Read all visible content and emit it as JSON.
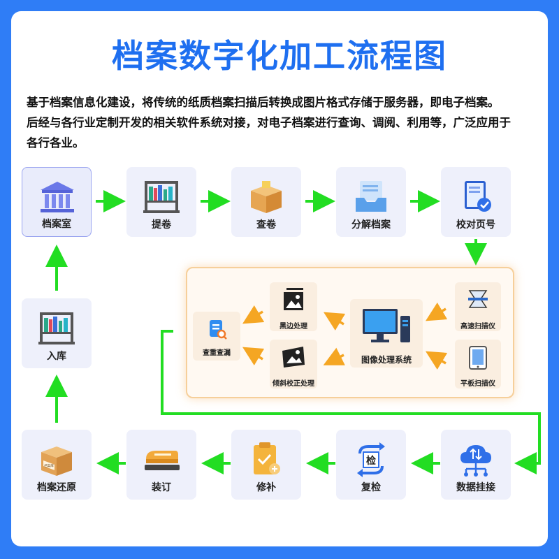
{
  "title": "档案数字化加工流程图",
  "description": [
    "基于档案信息化建设，将传统的纸质档案扫描后转换成图片格式存储于服务器，即电子档案。",
    "后经与各行业定制开发的相关软件系统对接，对电子档案进行查询、调阅、利用等，广泛应用于",
    "各行各业。"
  ],
  "steps": {
    "archive_room": "档案室",
    "retrieve": "提卷",
    "check_volume": "查卷",
    "split": "分解档案",
    "page_check": "校对页号",
    "storage": "入库",
    "restore": "档案还原",
    "binding": "装订",
    "repair": "修补",
    "recheck": "复检",
    "data_mount": "数据挂接"
  },
  "panel": {
    "hi_speed_scanner": "高速扫描仪",
    "flatbed_scanner": "平板扫描仪",
    "image_system": "图像处理系统",
    "black_edge": "黑边处理",
    "deskew": "倾斜校正处理",
    "dedup": "查重查漏"
  },
  "icon_text": {
    "recheck_glyph": "检",
    "box_label": "档案库"
  },
  "colors": {
    "background": "#2f7df6",
    "title": "#1e6ff0",
    "flow_arrow": "#22dd22",
    "panel_arrow": "#f5a623",
    "step_bg": "#eef0fb",
    "panel_border": "#f6cf9a"
  }
}
